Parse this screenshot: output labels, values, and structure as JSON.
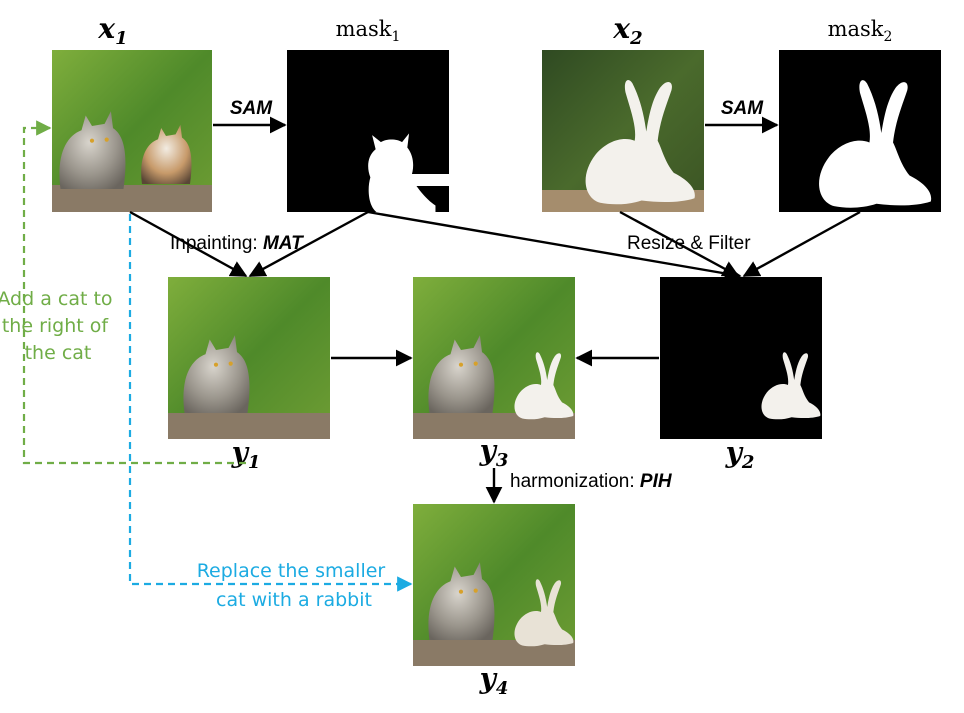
{
  "labels": {
    "x1": "x",
    "x1_sub": "1",
    "mask1": "mask",
    "mask1_sub": "1",
    "x2": "x",
    "x2_sub": "2",
    "mask2": "mask",
    "mask2_sub": "2",
    "y1": "y",
    "y1_sub": "1",
    "y2": "y",
    "y2_sub": "2",
    "y3": "y",
    "y3_sub": "3",
    "y4": "y",
    "y4_sub": "4"
  },
  "edges": {
    "sam_1": "SAM",
    "sam_2": "SAM",
    "inpainting_prefix": "Inpainting: ",
    "inpainting_method": "MAT",
    "resize_filter": "Resize & Filter",
    "harmonization_prefix": "harmonization: ",
    "harmonization_method": "PIH"
  },
  "instructions": {
    "green": [
      "Add a cat to",
      "the right of",
      "the cat"
    ],
    "blue": [
      "Replace the smaller",
      "cat with a rabbit"
    ]
  },
  "colors": {
    "green": "#70ad47",
    "blue": "#1cabe2",
    "arrow": "#000000",
    "mask_bg": "#000000",
    "mask_fg": "#ffffff"
  }
}
